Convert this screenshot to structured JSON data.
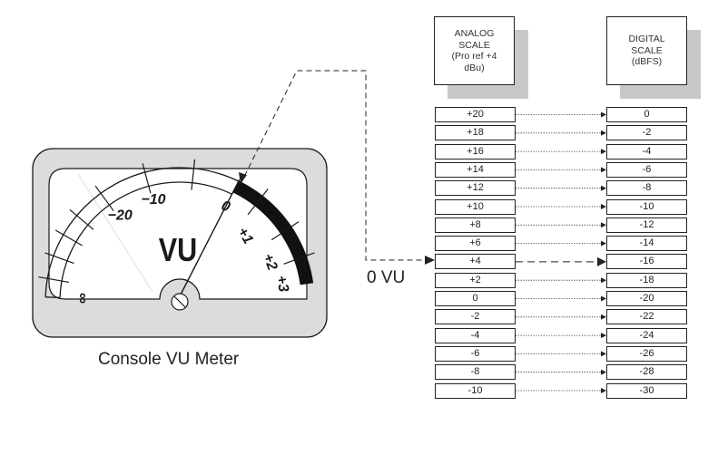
{
  "meter": {
    "caption": "Console VU Meter",
    "unit_label": "VU",
    "scale_labels": [
      "∞",
      "−20",
      "−10",
      "0",
      "+1",
      "+2",
      "+3"
    ],
    "needle_reading_vu": 0,
    "red_zone_start_vu": 0
  },
  "callout": {
    "label": "0 VU"
  },
  "headers": {
    "analog": "ANALOG\nSCALE\n(Pro ref +4\ndBu)",
    "digital": "DIGITAL\nSCALE\n(dBFS)"
  },
  "analog_values": [
    "+20",
    "+18",
    "+16",
    "+14",
    "+12",
    "+10",
    "+8",
    "+6",
    "+4",
    "+2",
    "0",
    "-2",
    "-4",
    "-6",
    "-8",
    "-10"
  ],
  "digital_values": [
    "0",
    "-2",
    "-4",
    "-6",
    "-8",
    "-10",
    "-12",
    "-14",
    "-16",
    "-18",
    "-20",
    "-22",
    "-24",
    "-26",
    "-28",
    "-30"
  ],
  "highlight_row_index": 8,
  "colors": {
    "meter_body": "#dcdcdc",
    "shadow": "#c8c8c8",
    "ink": "#1a1a1a"
  }
}
